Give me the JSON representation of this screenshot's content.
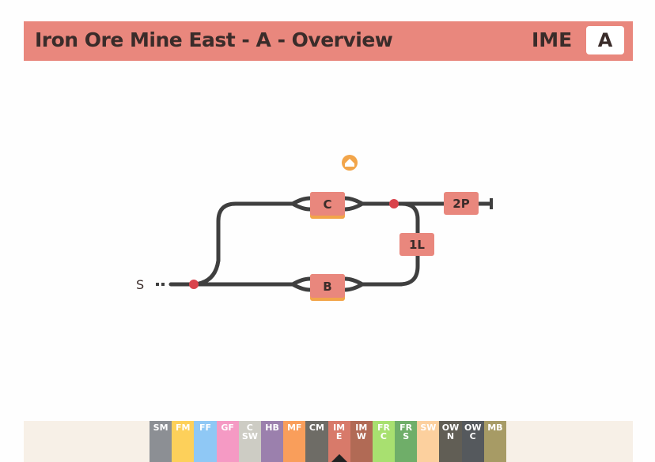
{
  "header": {
    "title": "Iron Ore Mine East - A - Overview",
    "code": "IME",
    "badge": "A",
    "color": "#e9877d"
  },
  "diagram": {
    "start_label": "S",
    "home_icon": "home-icon",
    "nodes": [
      {
        "id": "C",
        "label": "C"
      },
      {
        "id": "B",
        "label": "B"
      },
      {
        "id": "1L",
        "label": "1L"
      },
      {
        "id": "2P",
        "label": "2P"
      }
    ],
    "node_color": "#e9877d",
    "accent_color": "#f2a54a",
    "junction_color": "#d9434b",
    "track_color": "#3f3f3f"
  },
  "tabs": [
    {
      "label": "SM",
      "color": "#8c8f94"
    },
    {
      "label": "FM",
      "color": "#fdd05a"
    },
    {
      "label": "FF",
      "color": "#8fc8f5"
    },
    {
      "label": "GF",
      "color": "#f59ac4"
    },
    {
      "label": "C\nSW",
      "color": "#cdccc4"
    },
    {
      "label": "HB",
      "color": "#9b80ad"
    },
    {
      "label": "MF",
      "color": "#f99e5b"
    },
    {
      "label": "CM",
      "color": "#6e6c66"
    },
    {
      "label": "IM\nE",
      "color": "#d87a6a",
      "active": true
    },
    {
      "label": "IM\nW",
      "color": "#b16a55"
    },
    {
      "label": "FR\nC",
      "color": "#a8e070"
    },
    {
      "label": "FR\nS",
      "color": "#6fae69"
    },
    {
      "label": "SW",
      "color": "#fcd09e"
    },
    {
      "label": "OW\nN",
      "color": "#615e55"
    },
    {
      "label": "OW\nC",
      "color": "#55595d"
    },
    {
      "label": "MB",
      "color": "#a79b65"
    }
  ]
}
